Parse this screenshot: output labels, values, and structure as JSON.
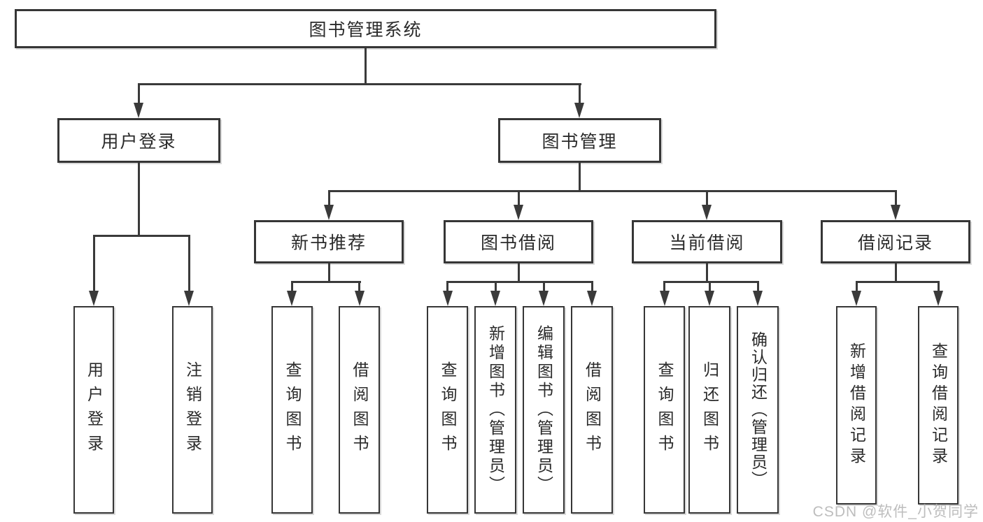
{
  "diagram": {
    "title": "图书管理系统",
    "root": {
      "label": "图书管理系统"
    },
    "level2": [
      {
        "label": "用户登录"
      },
      {
        "label": "图书管理"
      }
    ],
    "level3": [
      {
        "label": "新书推荐",
        "parent": "图书管理"
      },
      {
        "label": "图书借阅",
        "parent": "图书管理"
      },
      {
        "label": "当前借阅",
        "parent": "图书管理"
      },
      {
        "label": "借阅记录",
        "parent": "图书管理"
      }
    ],
    "leaves": [
      {
        "label": "用户登录",
        "parent": "用户登录"
      },
      {
        "label": "注销登录",
        "parent": "用户登录"
      },
      {
        "label": "查询图书",
        "parent": "新书推荐"
      },
      {
        "label": "借阅图书",
        "parent": "新书推荐"
      },
      {
        "label": "查询图书",
        "parent": "图书借阅"
      },
      {
        "label": "新增图书（管理员）",
        "parent": "图书借阅"
      },
      {
        "label": "编辑图书（管理员）",
        "parent": "图书借阅"
      },
      {
        "label": "借阅图书",
        "parent": "图书借阅"
      },
      {
        "label": "查询图书",
        "parent": "当前借阅"
      },
      {
        "label": "归还图书",
        "parent": "当前借阅"
      },
      {
        "label": "确认归还（管理员）",
        "parent": "当前借阅"
      },
      {
        "label": "新增借阅记录",
        "parent": "借阅记录"
      },
      {
        "label": "查询借阅记录",
        "parent": "借阅记录"
      }
    ]
  },
  "watermark": {
    "text": "CSDN @软件_小贺同学"
  },
  "colors": {
    "line": "#3a3a3a",
    "box_border": "#363636",
    "text": "#2a2a2a",
    "watermark": "#bdbdbd",
    "background": "#ffffff"
  }
}
